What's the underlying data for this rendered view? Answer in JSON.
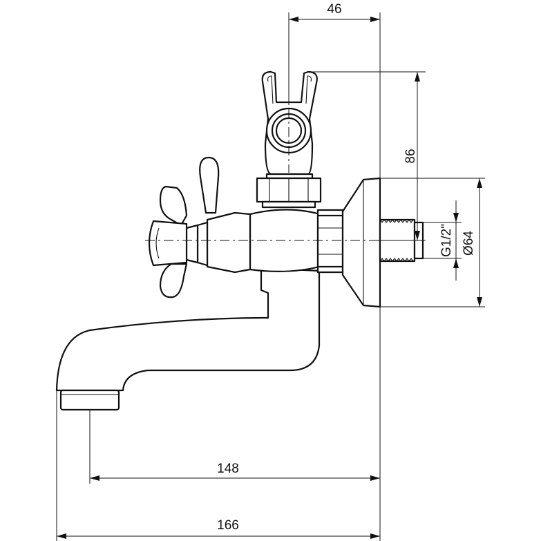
{
  "dimensions": {
    "top_width": "46",
    "height": "86",
    "thread": "G1/2\"",
    "diameter": "Ø64",
    "projection": "148",
    "overall": "166"
  }
}
